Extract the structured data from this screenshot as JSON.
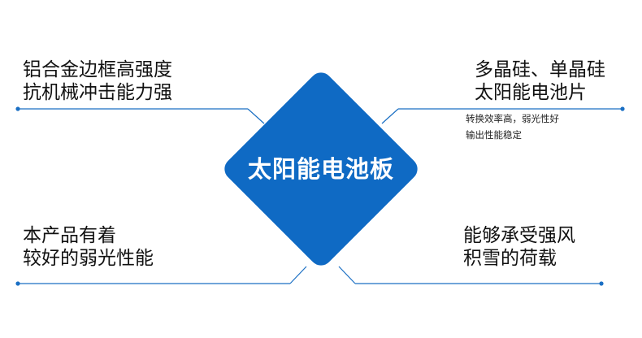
{
  "center": {
    "title": "太阳能电池板",
    "color": "#0f6ac4"
  },
  "accent_color": "#1a6fc4",
  "features": {
    "top_left": {
      "lines": [
        "铝合金边框高强度",
        "抗机械冲击能力强"
      ]
    },
    "top_right": {
      "lines": [
        "多晶硅、单晶硅",
        "太阳能电池片"
      ],
      "sub_lines": [
        "转换效率高，弱光性好",
        "输出性能稳定"
      ]
    },
    "bottom_left": {
      "lines": [
        "本产品有着",
        "较好的弱光性能"
      ]
    },
    "bottom_right": {
      "lines": [
        "能够承受强风",
        "积雪的荷载"
      ]
    }
  }
}
